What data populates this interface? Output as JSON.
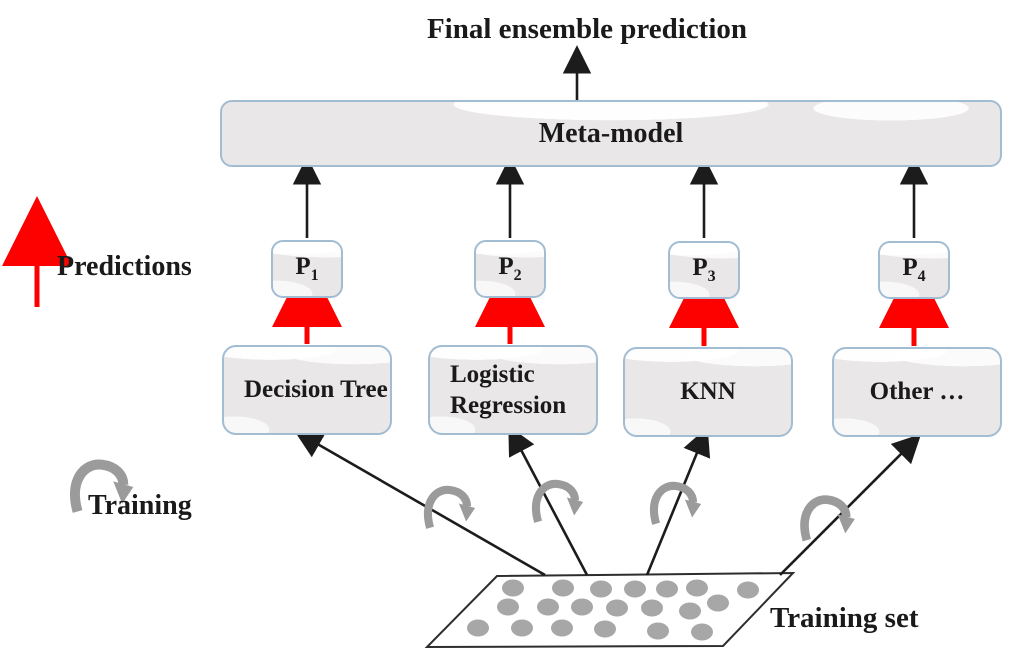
{
  "title": "Final ensemble prediction",
  "meta_model": {
    "label": "Meta-model"
  },
  "predictions": [
    {
      "label": "P",
      "sub": "1"
    },
    {
      "label": "P",
      "sub": "2"
    },
    {
      "label": "P",
      "sub": "3"
    },
    {
      "label": "P",
      "sub": "4"
    }
  ],
  "base_models": [
    {
      "label": "Decision Tree"
    },
    {
      "label": "Logistic Regression"
    },
    {
      "label": "KNN"
    },
    {
      "label": "Other …"
    }
  ],
  "legend": {
    "predictions_label": "Predictions",
    "training_label": "Training"
  },
  "training_set": {
    "label": "Training set",
    "dot_count": 20
  },
  "colors": {
    "flow_arrow": "#1c1c1c",
    "prediction_arrow": "#fd0100",
    "box_border": "#a2bcd2",
    "box_fill": "#e9e7e8",
    "training_icon": "#9b9b9b",
    "dot_fill": "#a7a7a7",
    "text": "#1a1a1a"
  }
}
